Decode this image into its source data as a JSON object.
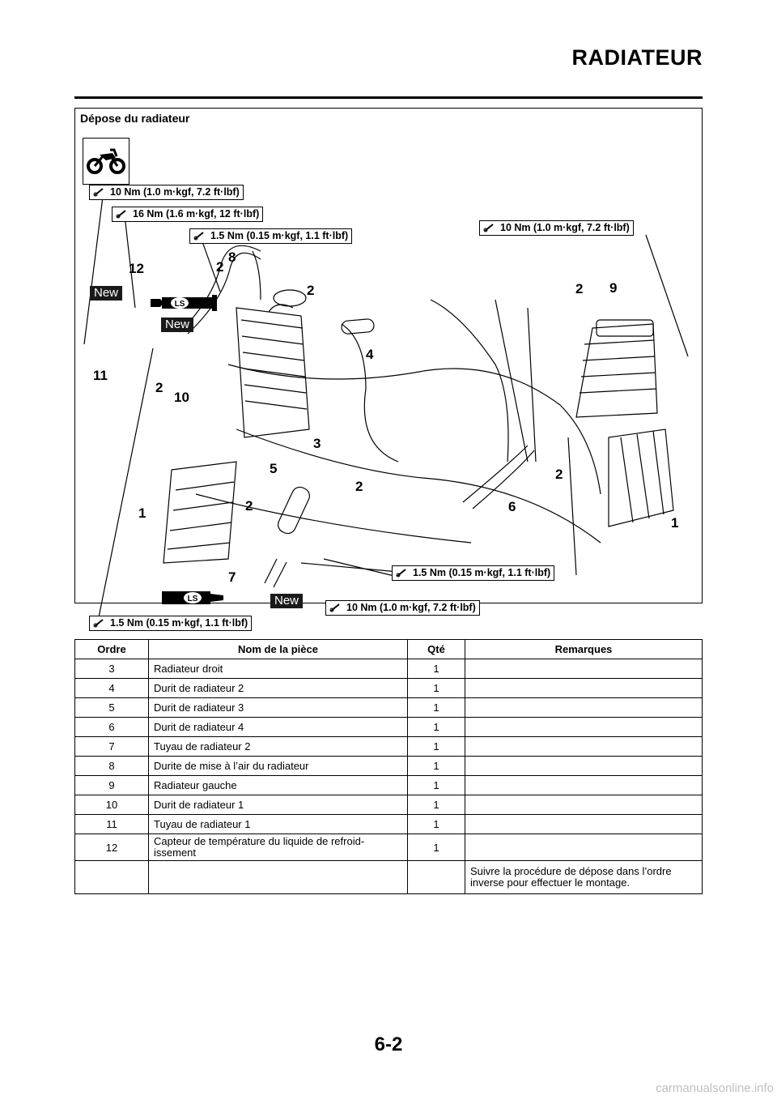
{
  "header": {
    "title": "RADIATEUR"
  },
  "section": {
    "title": "Dépose du radiateur"
  },
  "icons": {
    "vehicle": "motorcycle-icon",
    "torque": "torque-wrench-icon",
    "lubricant": "grease-ls-icon"
  },
  "torque_labels": [
    "10 Nm (1.0 m·kgf, 7.2 ft·lbf)",
    "16 Nm (1.6 m·kgf, 12 ft·lbf)",
    "1.5 Nm (0.15 m·kgf, 1.1 ft·lbf)",
    "10 Nm (1.0 m·kgf, 7.2 ft·lbf)",
    "1.5 Nm (0.15 m·kgf, 1.1 ft·lbf)",
    "10 Nm (1.0 m·kgf, 7.2 ft·lbf)",
    "1.5 Nm (0.15 m·kgf, 1.1 ft·lbf)"
  ],
  "badges": {
    "new": "New",
    "ls": "LS"
  },
  "callouts": [
    "12",
    "2",
    "8",
    "2",
    "2",
    "9",
    "4",
    "11",
    "2",
    "10",
    "3",
    "5",
    "2",
    "2",
    "1",
    "2",
    "6",
    "1",
    "7"
  ],
  "table": {
    "headers": [
      "Ordre",
      "Nom de la pièce",
      "Qté",
      "Remarques"
    ],
    "rows": [
      [
        "3",
        "Radiateur droit",
        "1",
        ""
      ],
      [
        "4",
        "Durit de radiateur 2",
        "1",
        ""
      ],
      [
        "5",
        "Durit de radiateur 3",
        "1",
        ""
      ],
      [
        "6",
        "Durit de radiateur 4",
        "1",
        ""
      ],
      [
        "7",
        "Tuyau de radiateur 2",
        "1",
        ""
      ],
      [
        "8",
        "Durite de mise à l’air du radiateur",
        "1",
        ""
      ],
      [
        "9",
        "Radiateur gauche",
        "1",
        ""
      ],
      [
        "10",
        "Durit de radiateur 1",
        "1",
        ""
      ],
      [
        "11",
        "Tuyau de radiateur 1",
        "1",
        ""
      ],
      [
        "12",
        "Capteur de température du liquide de refroid-issement",
        "1",
        ""
      ],
      [
        "",
        "",
        "",
        "Suivre la procédure de dépose dans l’ordre inverse pour effectuer le montage."
      ]
    ]
  },
  "footer": {
    "page_number": "6-2"
  },
  "watermark": "carmanualsonline.info"
}
